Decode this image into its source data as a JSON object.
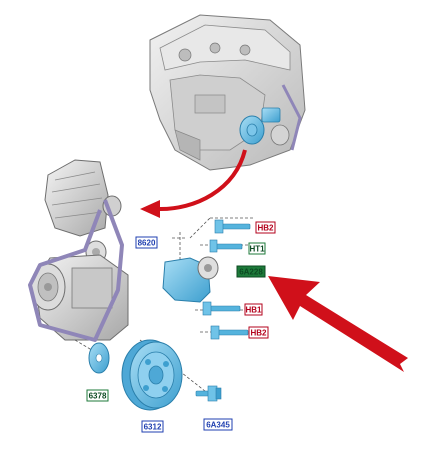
{
  "labels": {
    "hb2_top": "HB2",
    "ht1": "HT1",
    "belt_8620": "8620",
    "tensioner_6a228": "6A228",
    "hb1": "HB1",
    "hb2_bottom": "HB2",
    "washer_6378": "6378",
    "pulley_6312": "6312",
    "bolt_6a345": "6A345"
  },
  "colors": {
    "part_highlight": "#6fc3e8",
    "engine_gray": "#d9d9d9",
    "belt": "#8f86b8",
    "arrow_red": "#d0101a",
    "label_blue_border": "#1f3fb0",
    "label_green_border": "#1d7a3a",
    "label_red_border": "#b3001b"
  }
}
